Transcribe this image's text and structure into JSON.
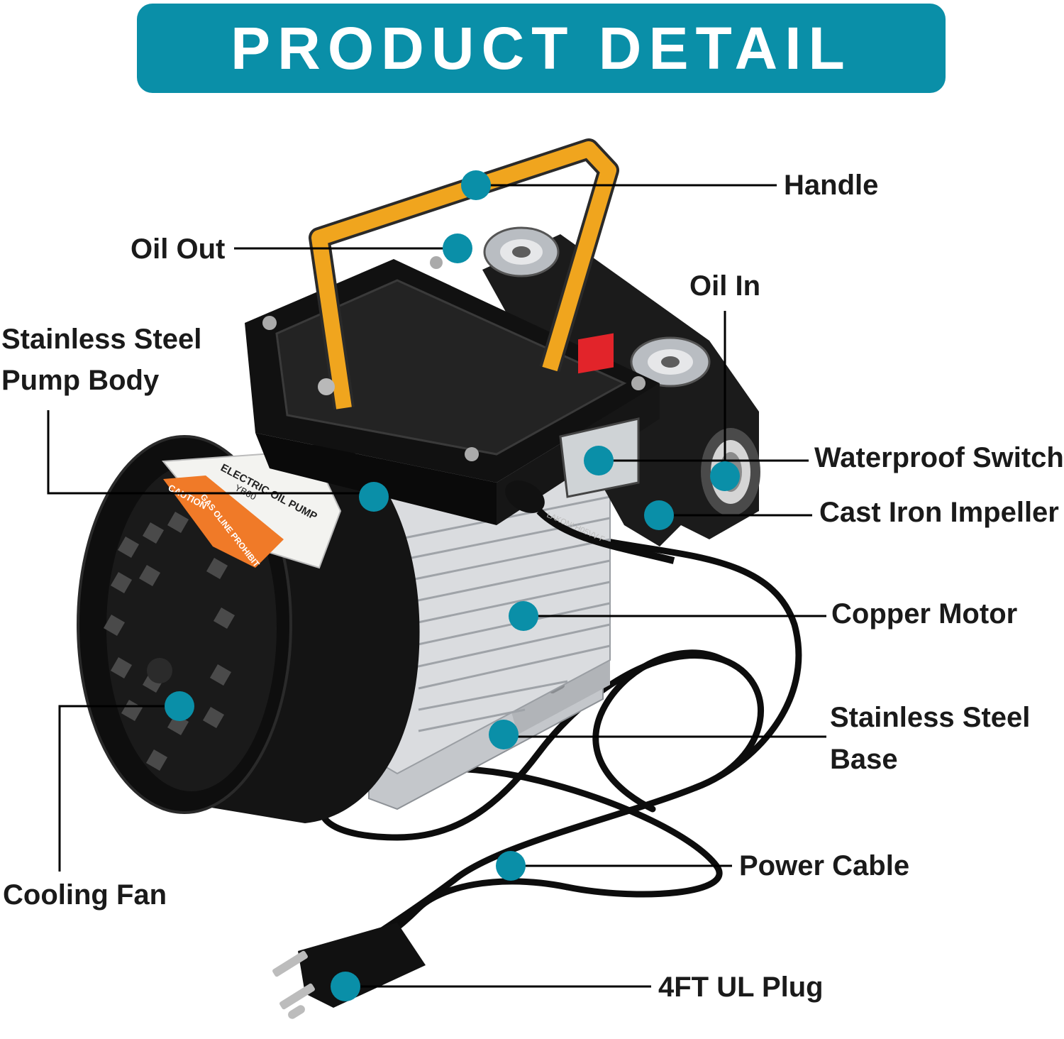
{
  "banner": {
    "title": "PRODUCT DETAIL"
  },
  "colors": {
    "accent": "#0a8fa8",
    "handle": "#f0a51e",
    "body": "#161616",
    "motor": "#d7d9dc",
    "line": "#000000"
  },
  "product_text": {
    "nameplate_title": "ELECTRIC OIL PUMP",
    "model": "YB60",
    "caution": "CAUTION",
    "prohibit": "GAS OLINE PROHIBIT",
    "cable_marking": "LAKONI H05VV-F"
  },
  "labels": {
    "handle": "Handle",
    "oil_out": "Oil Out",
    "oil_in": "Oil In",
    "pump_body_1": "Stainless Steel",
    "pump_body_2": "Pump Body",
    "switch": "Waterproof Switch",
    "impeller": "Cast Iron Impeller",
    "motor": "Copper Motor",
    "base_1": "Stainless Steel",
    "base_2": "Base",
    "fan": "Cooling Fan",
    "cable": "Power Cable",
    "plug": "4FT UL Plug"
  }
}
